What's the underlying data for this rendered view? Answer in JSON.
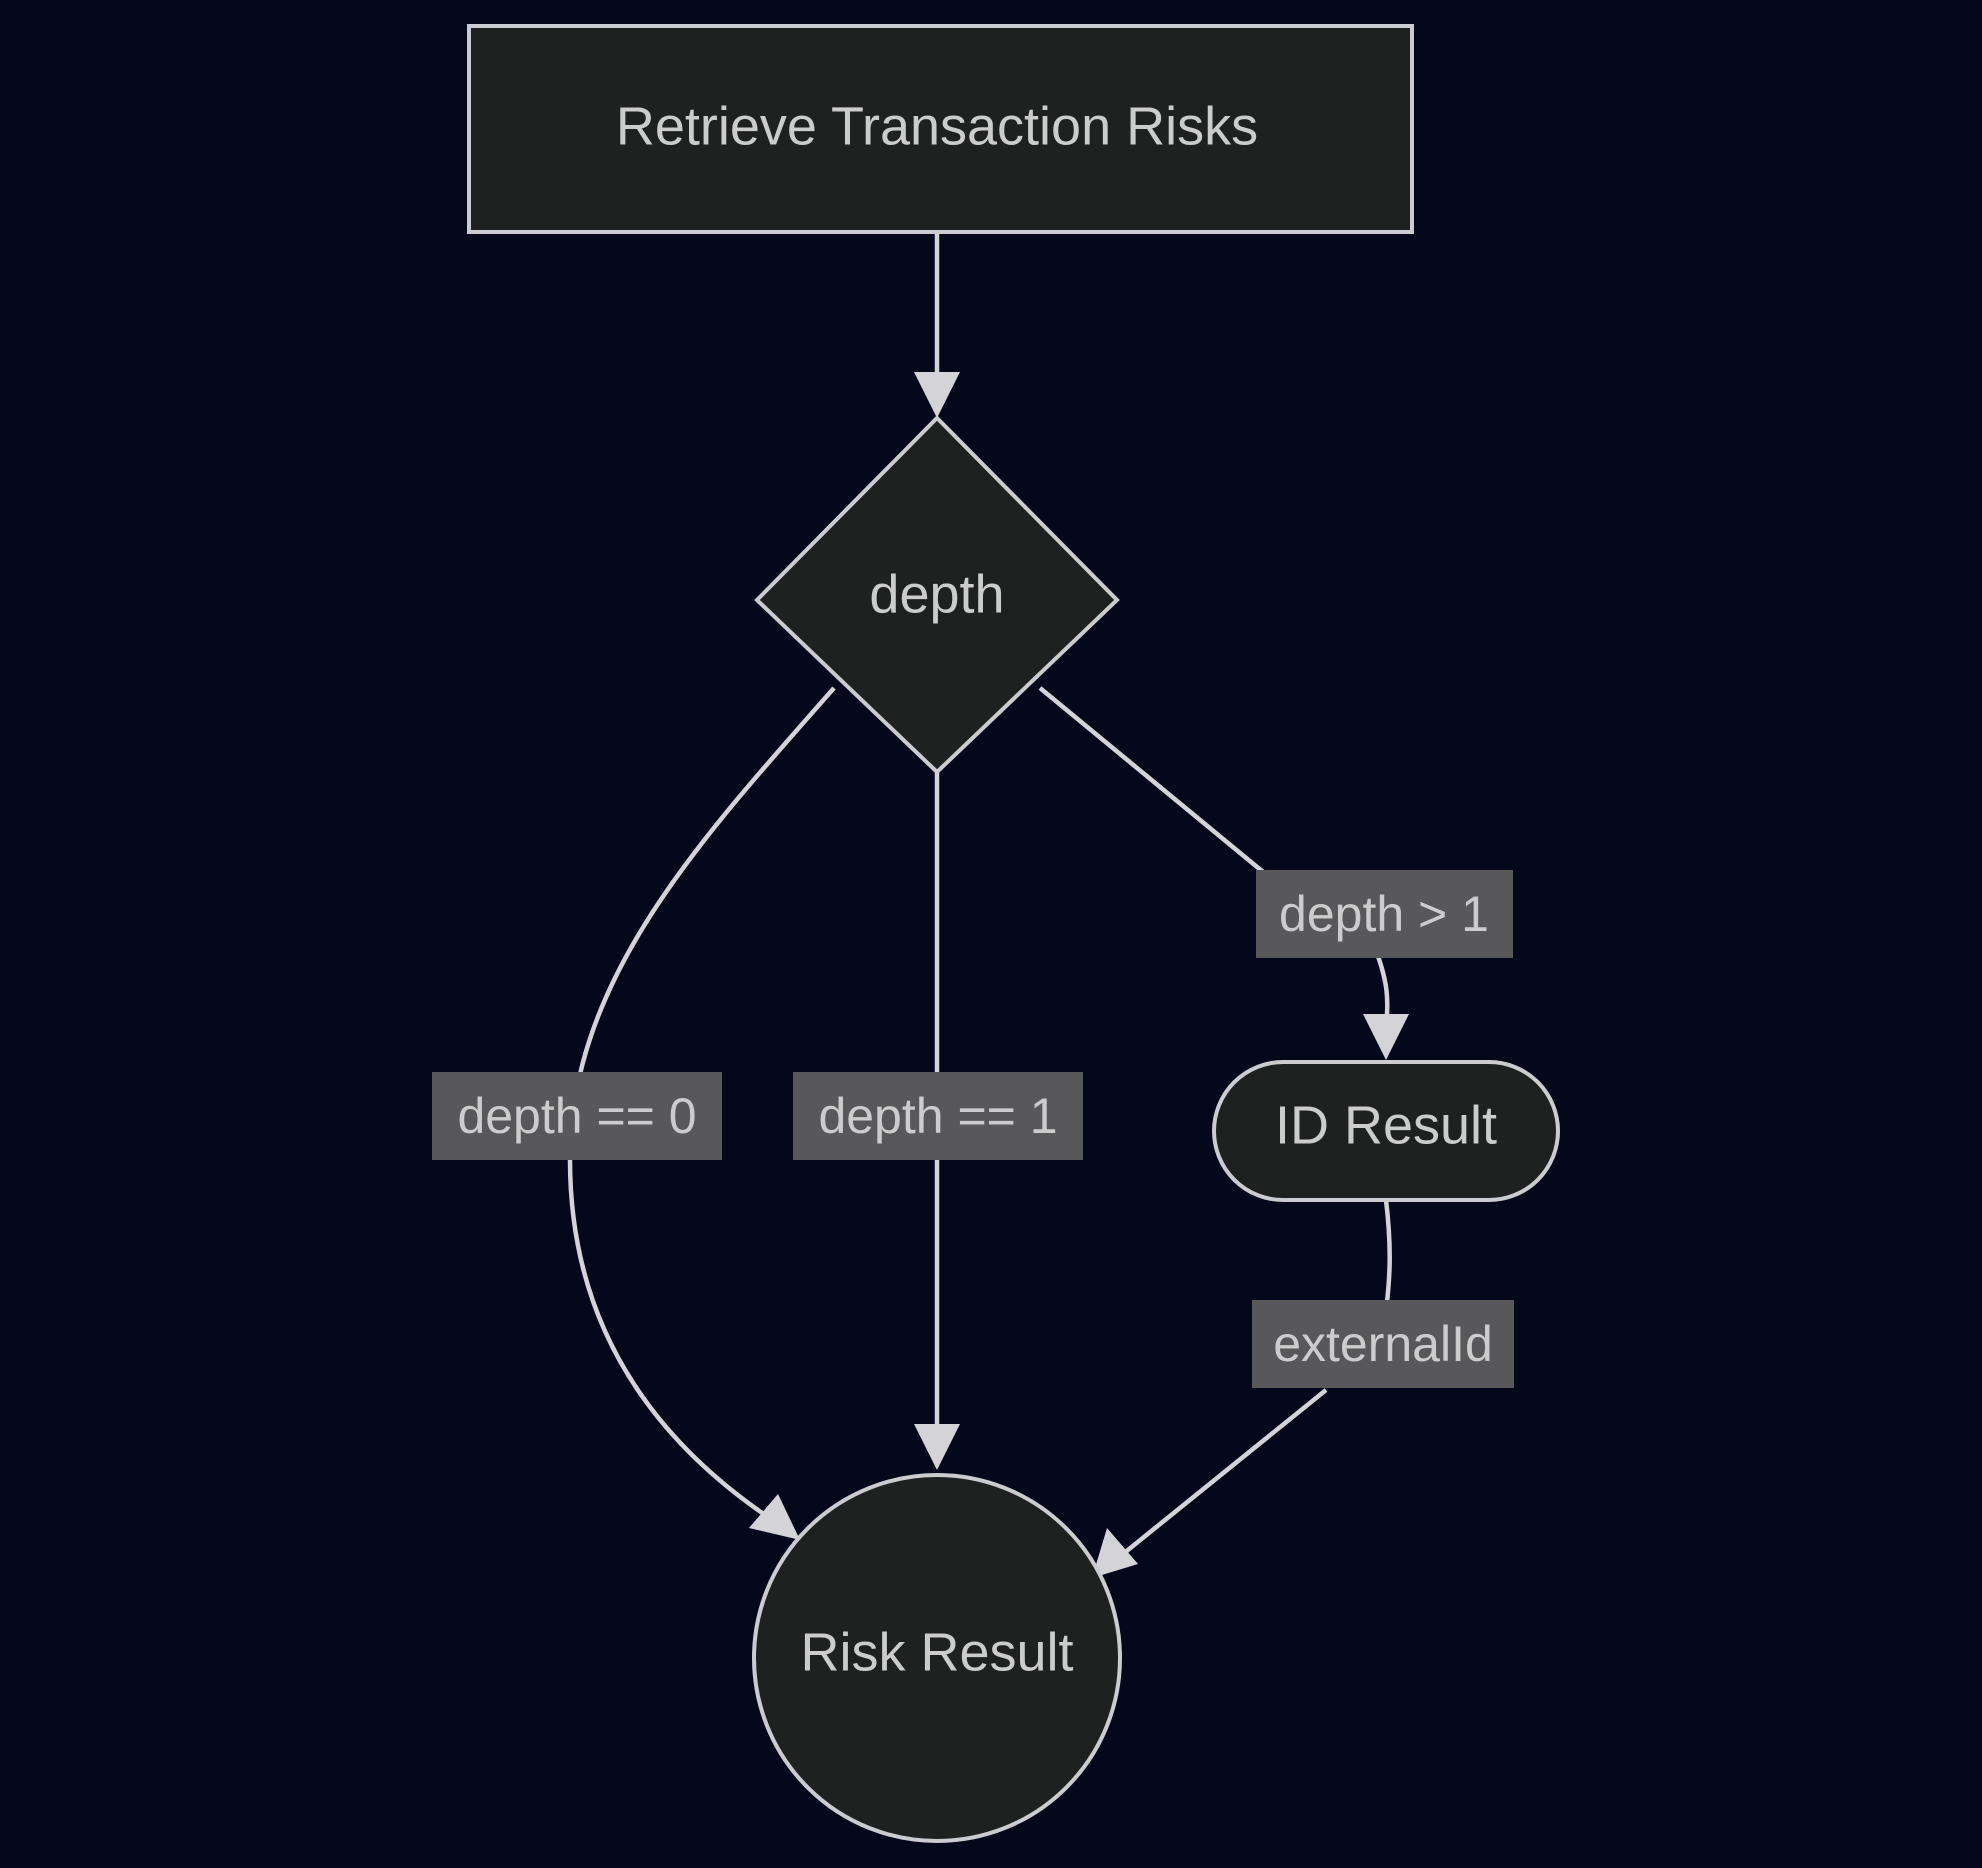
{
  "diagram": {
    "type": "flowchart",
    "direction": "top-down",
    "background_color": "#04081a",
    "node_fill_color": "#1f2020",
    "node_stroke_color": "#ccccd0",
    "text_color": "#cccccc",
    "edge_color": "#d3d3d8",
    "edge_label_background_color": "#58585a",
    "nodes": [
      {
        "id": "retrieve",
        "label": "Retrieve Transaction Risks",
        "shape": "rectangle"
      },
      {
        "id": "depth",
        "label": "depth",
        "shape": "diamond"
      },
      {
        "id": "idresult",
        "label": "ID Result",
        "shape": "stadium"
      },
      {
        "id": "riskresult",
        "label": "Risk Result",
        "shape": "circle"
      }
    ],
    "edges": [
      {
        "from": "retrieve",
        "to": "depth",
        "label": ""
      },
      {
        "from": "depth",
        "to": "riskresult",
        "label": "depth == 0"
      },
      {
        "from": "depth",
        "to": "riskresult",
        "label": "depth == 1"
      },
      {
        "from": "depth",
        "to": "idresult",
        "label": "depth > 1"
      },
      {
        "from": "idresult",
        "to": "riskresult",
        "label": "externalId"
      }
    ]
  }
}
